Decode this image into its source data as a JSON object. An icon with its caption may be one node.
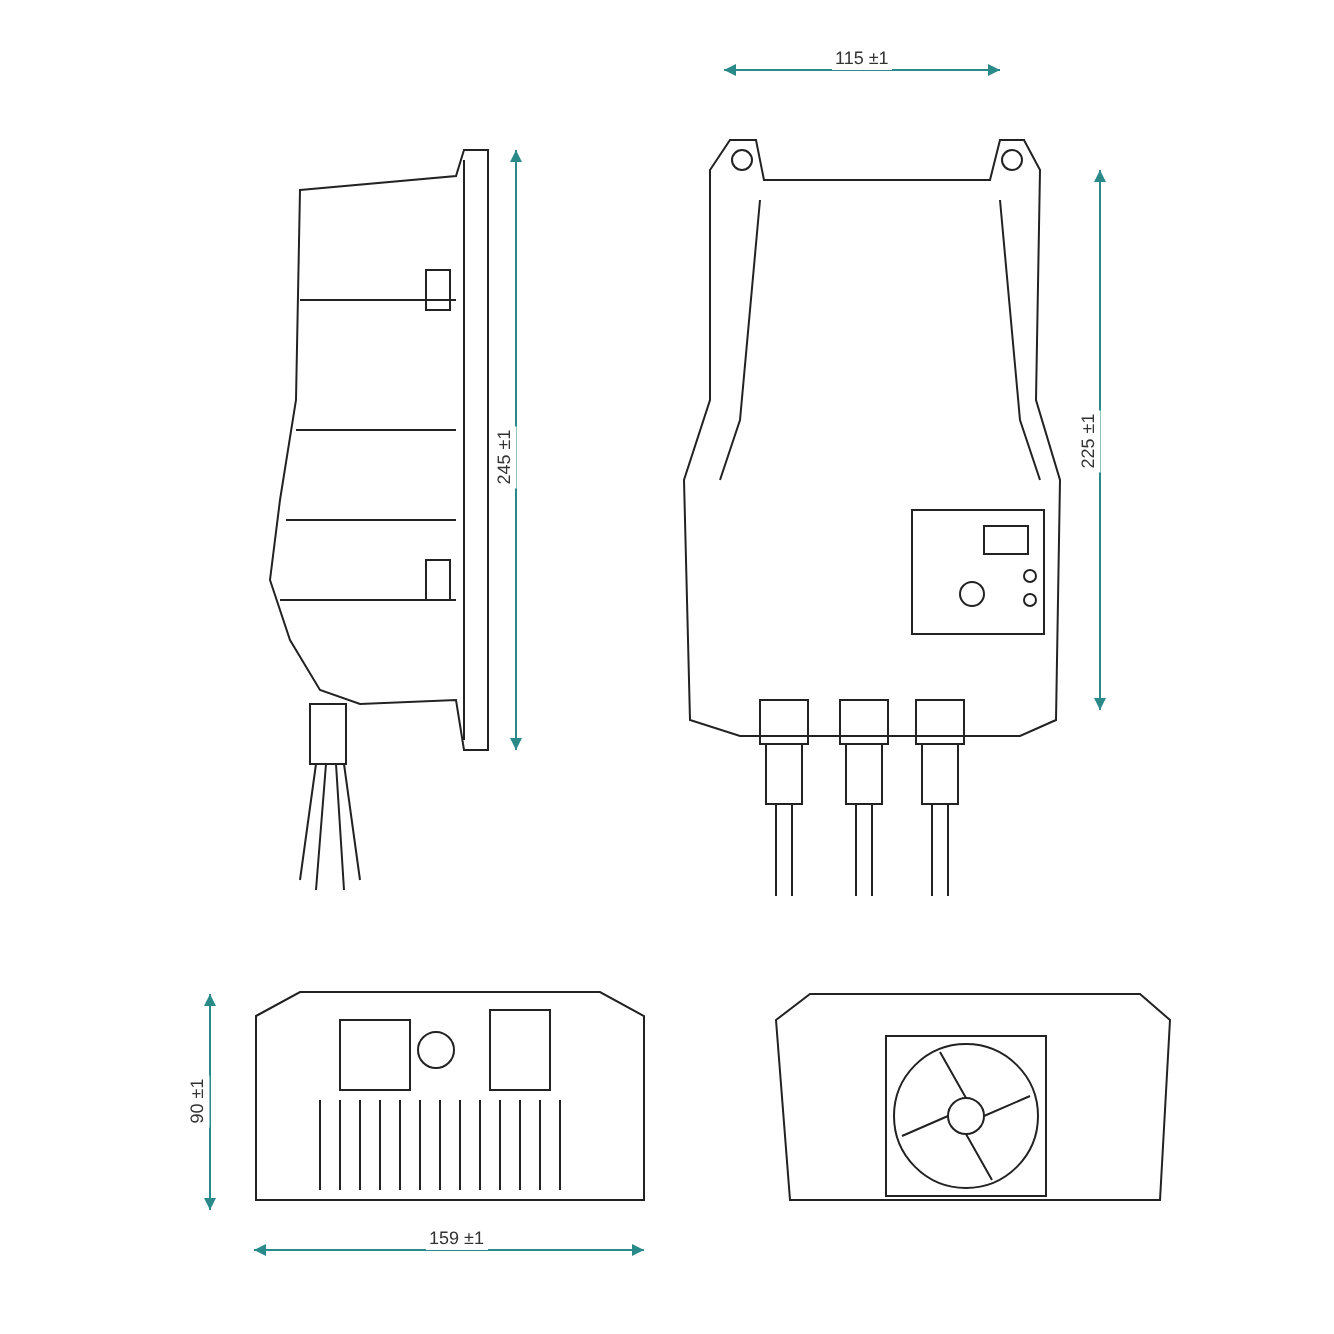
{
  "diagram": {
    "labels": [
      "115 ±1",
      "245 ±1",
      "225 ±1",
      "90 ±1",
      "159 ±1"
    ]
  }
}
